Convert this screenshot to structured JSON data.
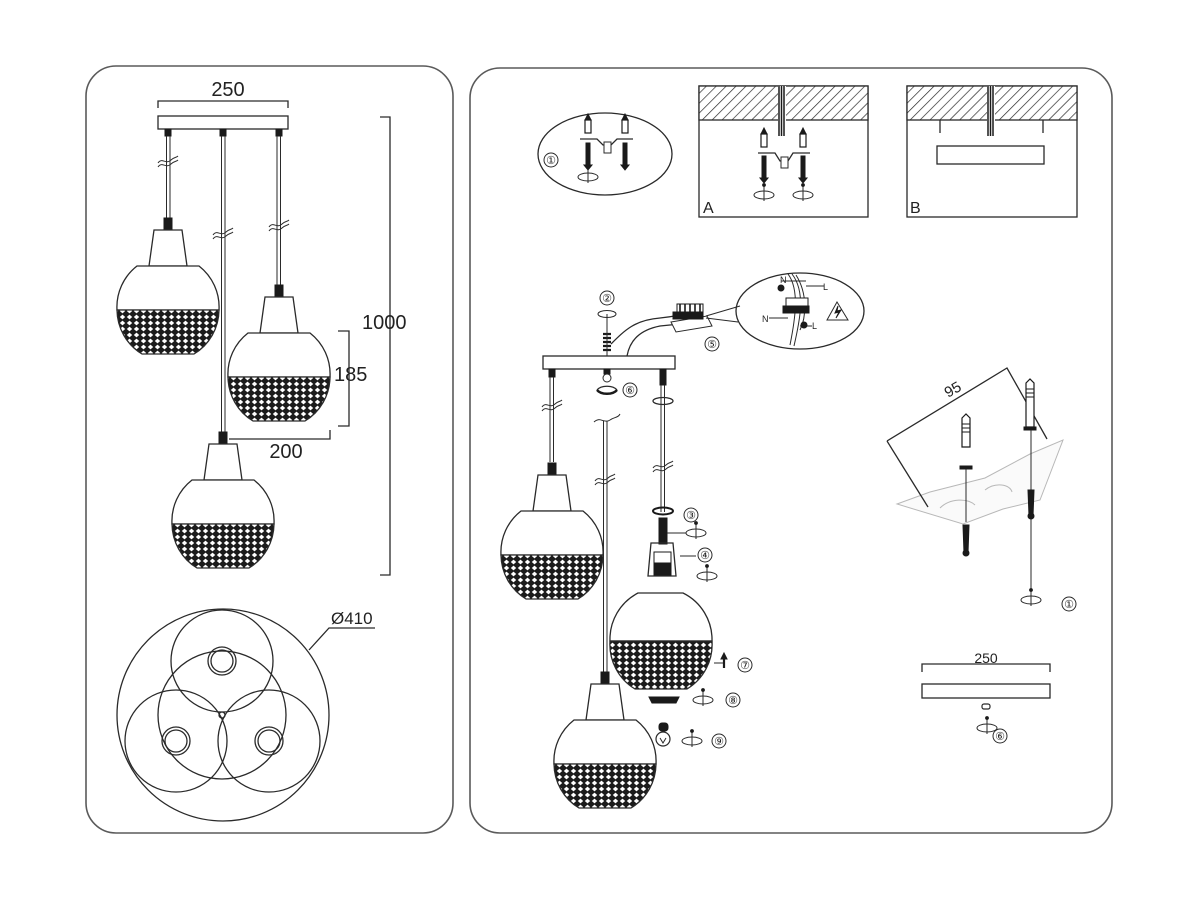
{
  "document": {
    "type": "pendant lamp installation and dimension drawing",
    "background_color": "#ffffff",
    "line_color": "#2a2a2a",
    "panel_border_color": "#5a5a5a"
  },
  "left_panel": {
    "title": "Dimensions",
    "canopy_width_label": "250",
    "total_height_label": "1000",
    "shade_height_label": "185",
    "shade_diameter_label": "200",
    "overall_diameter_label": "Ø410",
    "pendant_count": 3,
    "views": [
      "front-view",
      "top-view"
    ]
  },
  "right_panel": {
    "title": "Installation",
    "detail_step_label": "①",
    "detail_a_label": "A",
    "detail_b_label": "B",
    "steps": [
      {
        "id": "1",
        "label": "①",
        "description": "fix mounting bracket with anchors and screws"
      },
      {
        "id": "2",
        "label": "②",
        "description": "screw canopy onto bracket stud"
      },
      {
        "id": "3",
        "label": "③",
        "description": "cord grip nut"
      },
      {
        "id": "4",
        "label": "④",
        "description": "lamp holder and cover"
      },
      {
        "id": "5",
        "label": "⑤",
        "description": "wire terminal block connection"
      },
      {
        "id": "6",
        "label": "⑥",
        "description": "fixing nut"
      },
      {
        "id": "7",
        "label": "⑦",
        "description": "attach glass shade"
      },
      {
        "id": "8",
        "label": "⑧",
        "description": "screw shade ring"
      },
      {
        "id": "9",
        "label": "⑨",
        "description": "insert bulb"
      }
    ],
    "wiring": {
      "neutral_label": "N",
      "live_label": "L",
      "warning_icon": "high-voltage-warning-icon"
    },
    "anchor_spacing_label": "95",
    "bracket_width_label": "250"
  }
}
